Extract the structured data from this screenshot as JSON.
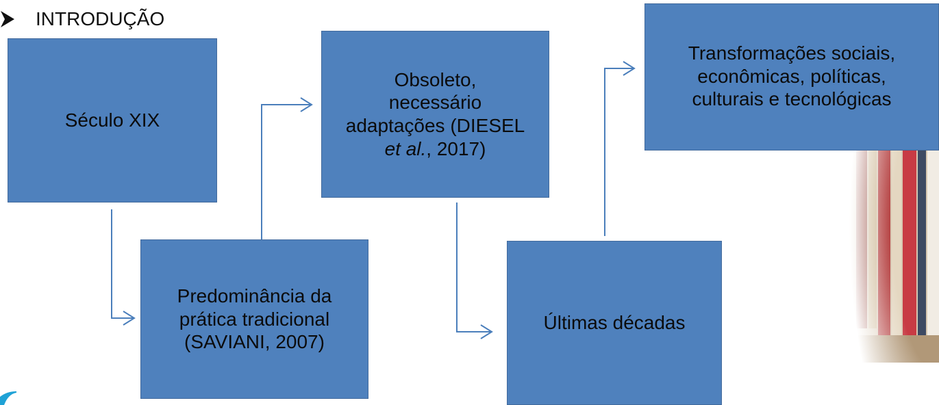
{
  "heading": {
    "icon": "arrowhead-bullet-icon",
    "text": "INTRODUÇÃO"
  },
  "boxes": {
    "seculo": {
      "text": "Século XIX"
    },
    "predominancia": {
      "line1": "Predominância da",
      "line2": "prática tradicional",
      "line3": "(SAVIANI, 2007)"
    },
    "obsoleto": {
      "line1": "Obsoleto,",
      "line2": "necessário",
      "line3": "adaptações (DIESEL",
      "line4_italic": "et al.",
      "line4_rest": ", 2017)"
    },
    "ultimas": {
      "text": "Últimas décadas"
    },
    "transformacoes": {
      "line1": "Transformações sociais,",
      "line2": "econômicas, políticas,",
      "line3": "culturais e tecnológicas"
    }
  },
  "colors": {
    "box_fill": "#4f81bd",
    "connector": "#4a7ebb",
    "accent": "#1fa2d6"
  }
}
